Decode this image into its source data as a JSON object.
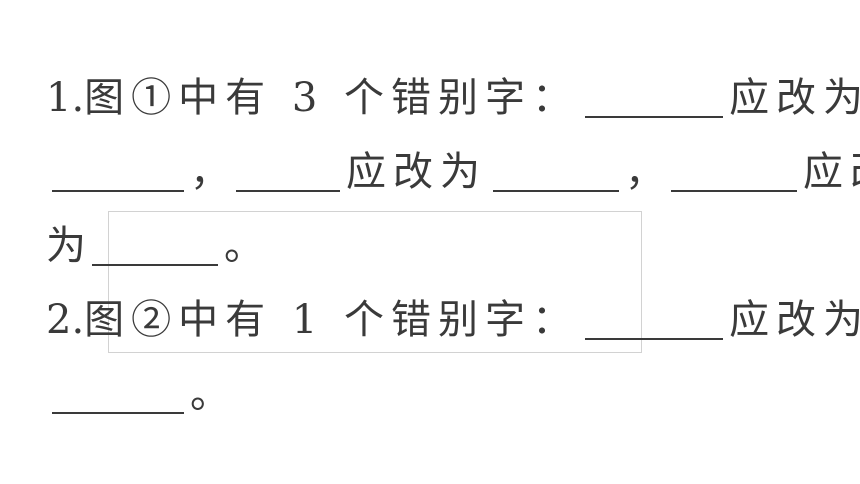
{
  "q1": {
    "number": "1.",
    "text": "图①中有 3 个错别字：",
    "ying_gai_wei_1": "应改为",
    "comma_1": "，",
    "ying_gai_wei_2": "应改为",
    "comma_2": "，",
    "ying_gai": "应改",
    "wei": "为",
    "period": "。"
  },
  "q2": {
    "number": "2.",
    "text": "图②中有 1 个错别字：",
    "ying_gai_wei": "应改为",
    "period": "。"
  }
}
